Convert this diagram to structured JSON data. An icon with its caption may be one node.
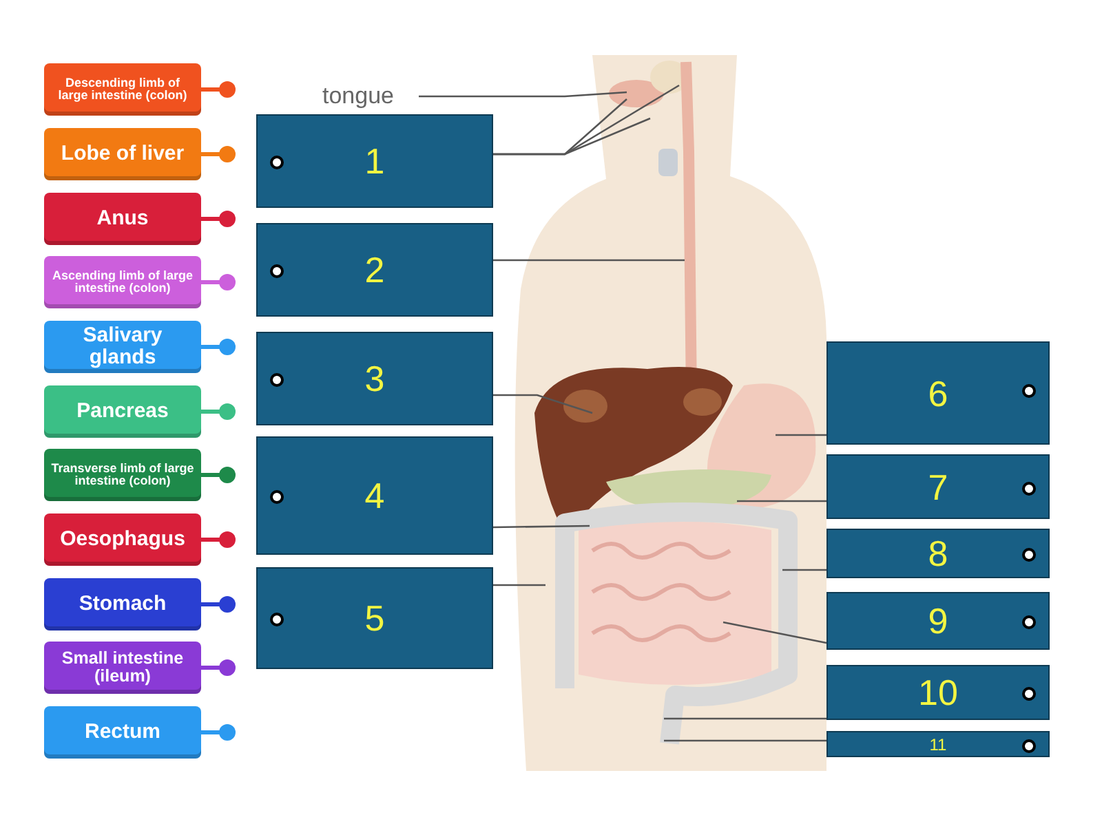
{
  "diagram": {
    "nodes": [
      {
        "text": [
          "Descending limb of large intestine (colon)"
        ]
      },
      {
        "text": [
          "Lobe of liver"
        ]
      },
      {
        "text": [
          "Anus"
        ]
      },
      {
        "text": [
          "Ascending limb of large intestine (colon)"
        ]
      },
      {
        "text": [
          "Salivary glands"
        ]
      },
      {
        "text": [
          "Pancreas"
        ]
      },
      {
        "text": [
          "Transverse limb of large intestine (colon)"
        ]
      },
      {
        "text": [
          "Oesophagus"
        ]
      },
      {
        "text": [
          "Stomach"
        ]
      },
      {
        "text": [
          "Small intestine (ileum)"
        ]
      },
      {
        "text": [
          "Rectum"
        ]
      },
      {
        "text": [
          "tongue"
        ]
      },
      {
        "text": [
          "1"
        ]
      },
      {
        "text": [
          "2"
        ]
      },
      {
        "text": [
          "3"
        ]
      },
      {
        "text": [
          "4"
        ]
      },
      {
        "text": [
          "5"
        ]
      },
      {
        "text": [
          "6"
        ]
      },
      {
        "text": [
          "7"
        ]
      },
      {
        "text": [
          "8"
        ]
      },
      {
        "text": [
          "9"
        ]
      },
      {
        "text": [
          "10"
        ]
      },
      {
        "text": [
          "11"
        ]
      }
    ],
    "edges": [
      {
        "from": 11,
        "to": null,
        "arrow": "none"
      },
      {
        "from": 12,
        "to": null,
        "arrow": "none"
      },
      {
        "from": 12,
        "to": null,
        "arrow": "none"
      },
      {
        "from": 12,
        "to": null,
        "arrow": "none"
      },
      {
        "from": 13,
        "to": null,
        "arrow": "none"
      },
      {
        "from": 14,
        "to": null,
        "arrow": "none"
      },
      {
        "from": 15,
        "to": null,
        "arrow": "none"
      },
      {
        "from": 16,
        "to": null,
        "arrow": "none"
      },
      {
        "from": 17,
        "to": null,
        "arrow": "none"
      },
      {
        "from": 18,
        "to": null,
        "arrow": "none"
      },
      {
        "from": 19,
        "to": null,
        "arrow": "none"
      },
      {
        "from": 20,
        "to": null,
        "arrow": "none"
      },
      {
        "from": 21,
        "to": null,
        "arrow": "none"
      },
      {
        "from": 22,
        "to": null,
        "arrow": "none"
      }
    ]
  }
}
